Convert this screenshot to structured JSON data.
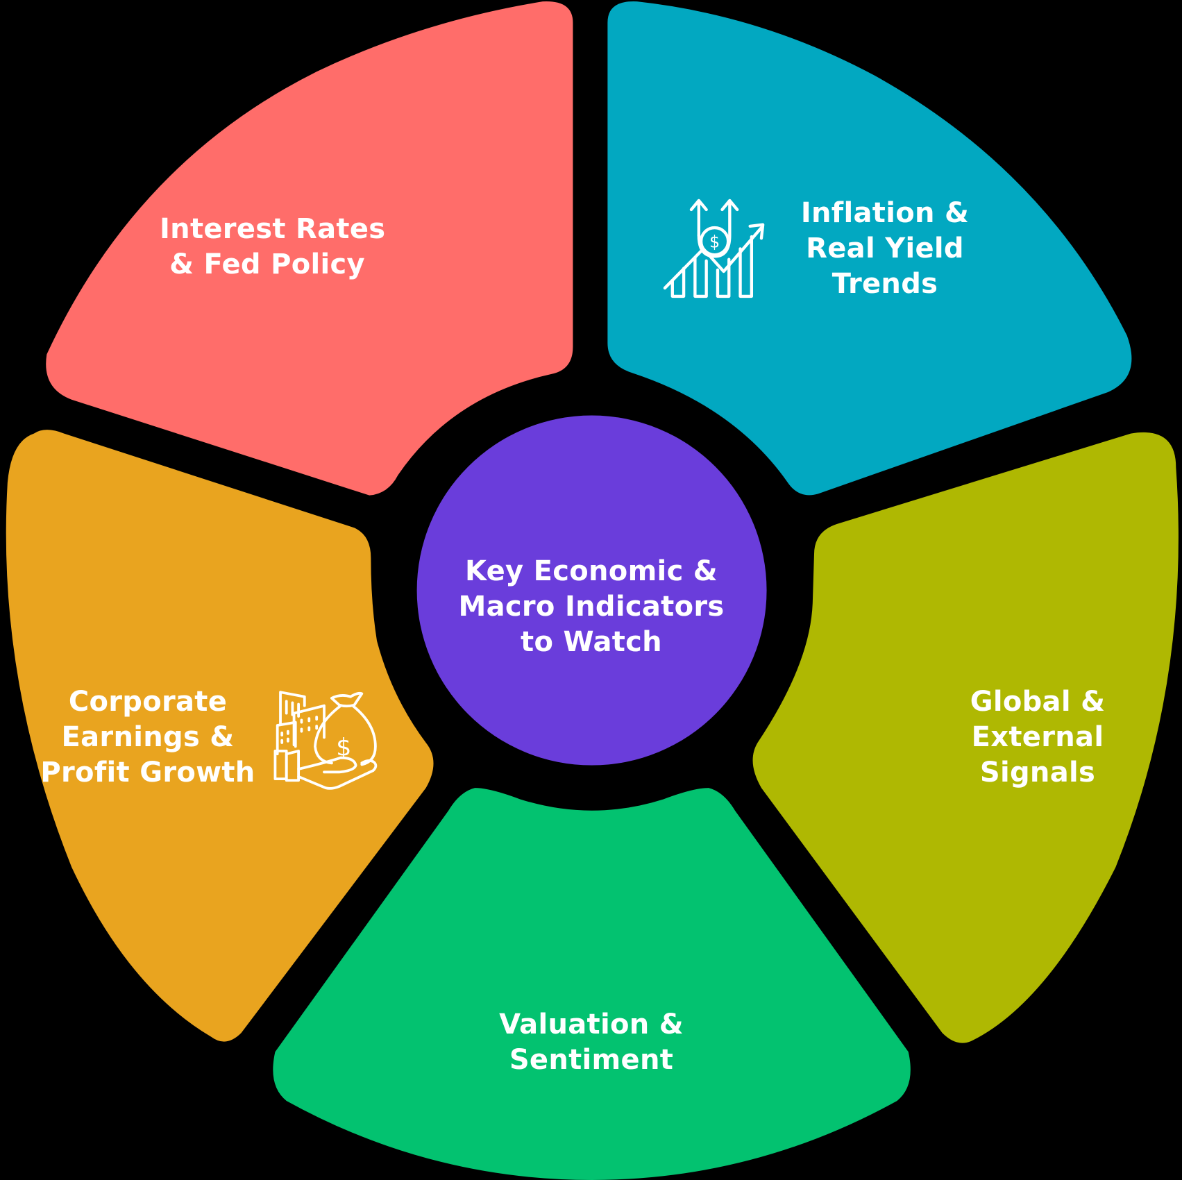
{
  "diagram": {
    "type": "radial-wheel",
    "background": "#000000",
    "center": {
      "lines": [
        "Key Economic &",
        "Macro Indicators",
        "to Watch"
      ],
      "color": "#6a3ddb"
    },
    "segments": [
      {
        "id": "interest-rates",
        "lines": [
          "Interest Rates",
          "& Fed Policy"
        ],
        "color": "#ff6d6a",
        "icon": null
      },
      {
        "id": "inflation",
        "lines": [
          "Inflation &",
          "Real Yield",
          "Trends"
        ],
        "color": "#02a8c1",
        "icon": "growth-chart-dollar-icon"
      },
      {
        "id": "global",
        "lines": [
          "Global &",
          "External",
          "Signals"
        ],
        "color": "#afb802",
        "icon": null
      },
      {
        "id": "valuation",
        "lines": [
          "Valuation &",
          "Sentiment"
        ],
        "color": "#03c270",
        "icon": null
      },
      {
        "id": "earnings",
        "lines": [
          "Corporate",
          "Earnings &",
          "Profit Growth"
        ],
        "color": "#e9a41f",
        "icon": "buildings-money-bag-icon"
      }
    ]
  }
}
